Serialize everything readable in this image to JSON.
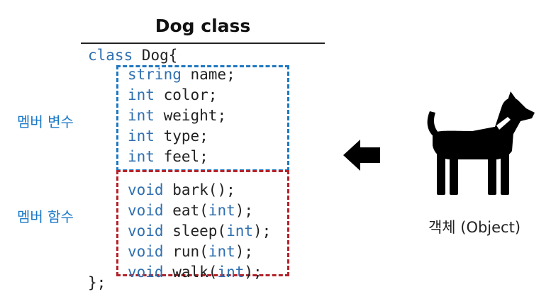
{
  "title": "Dog class",
  "code": {
    "open_keyword": "class",
    "open_rest": " Dog{",
    "close": "};",
    "variables": [
      {
        "type": "string",
        "rest": " name;"
      },
      {
        "type": "int",
        "rest": " color;"
      },
      {
        "type": "int",
        "rest": " weight;"
      },
      {
        "type": "int",
        "rest": " type;"
      },
      {
        "type": "int",
        "rest": " feel;"
      }
    ],
    "functions": [
      {
        "ret": "void",
        "name": " bark(",
        "param": "",
        "end": ");"
      },
      {
        "ret": "void",
        "name": " eat(",
        "param": "int",
        "end": ");"
      },
      {
        "ret": "void",
        "name": " sleep(",
        "param": "int",
        "end": ");"
      },
      {
        "ret": "void",
        "name": " run(",
        "param": "int",
        "end": ");"
      },
      {
        "ret": "void",
        "name": " walk(",
        "param": "int",
        "end": ");"
      }
    ]
  },
  "labels": {
    "member_variables": "멤버 변수",
    "member_functions": "멤버 함수",
    "object": "객체 (Object)"
  },
  "icons": {
    "arrow": "arrow-left-icon",
    "dog": "dog-icon"
  },
  "colors": {
    "keyword": "#2f6fb0",
    "variable_box": "#1f78c0",
    "function_box": "#b3222a",
    "label": "#1a78c8"
  }
}
